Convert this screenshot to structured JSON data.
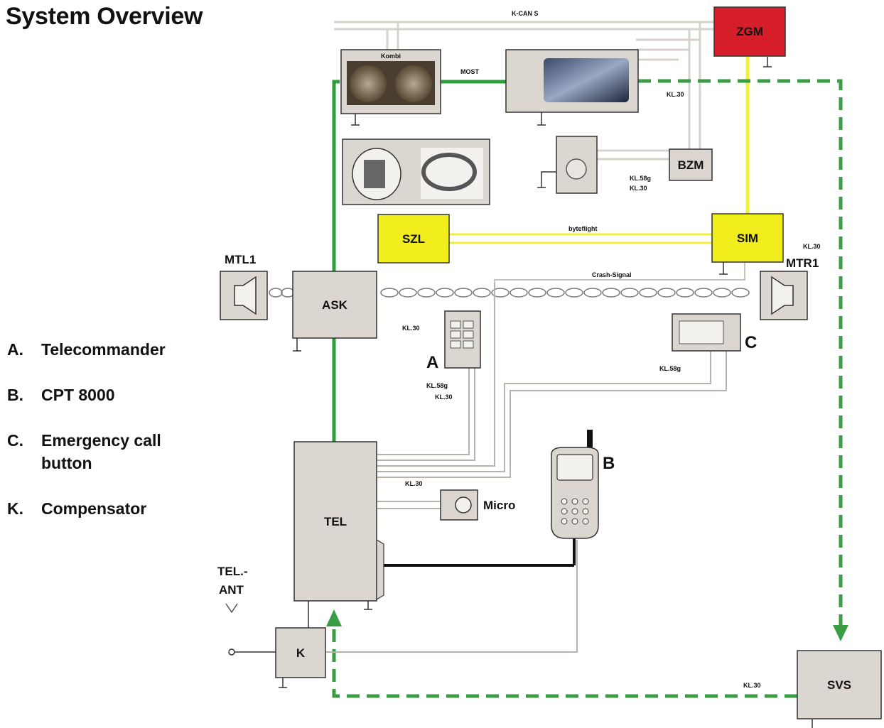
{
  "title": "System Overview",
  "legend": [
    {
      "key": "A.",
      "text": "Telecommander"
    },
    {
      "key": "B.",
      "text": "CPT 8000"
    },
    {
      "key": "C.",
      "text": "Emergency call button"
    },
    {
      "key": "K.",
      "text": "Compensator"
    }
  ],
  "buses": {
    "kcan": "K-CAN S",
    "most": "MOST",
    "byteflight": "byteflight",
    "crash": "Crash-Signal"
  },
  "modules": {
    "zgm": "ZGM",
    "kombi": "Kombi",
    "bzm": "BZM",
    "szl": "SZL",
    "sim": "SIM",
    "ask": "ASK",
    "tel": "TEL",
    "k": "K",
    "svs": "SVS",
    "mtl1": "MTL1",
    "mtr1": "MTR1",
    "micro": "Micro",
    "telant": "TEL.-\nANT",
    "a": "A",
    "b": "B",
    "c": "C"
  },
  "terminals": {
    "kl30": "KL.30",
    "kl58g": "KL.58g"
  },
  "colors": {
    "zgm": "#d51e2a",
    "module_yellow": "#f2ee1e",
    "module_gray": "#dcd6d0",
    "most_green": "#2e9e3c",
    "byteflight_yellow": "#f2ee3a",
    "dash_green": "#3a9c44"
  }
}
